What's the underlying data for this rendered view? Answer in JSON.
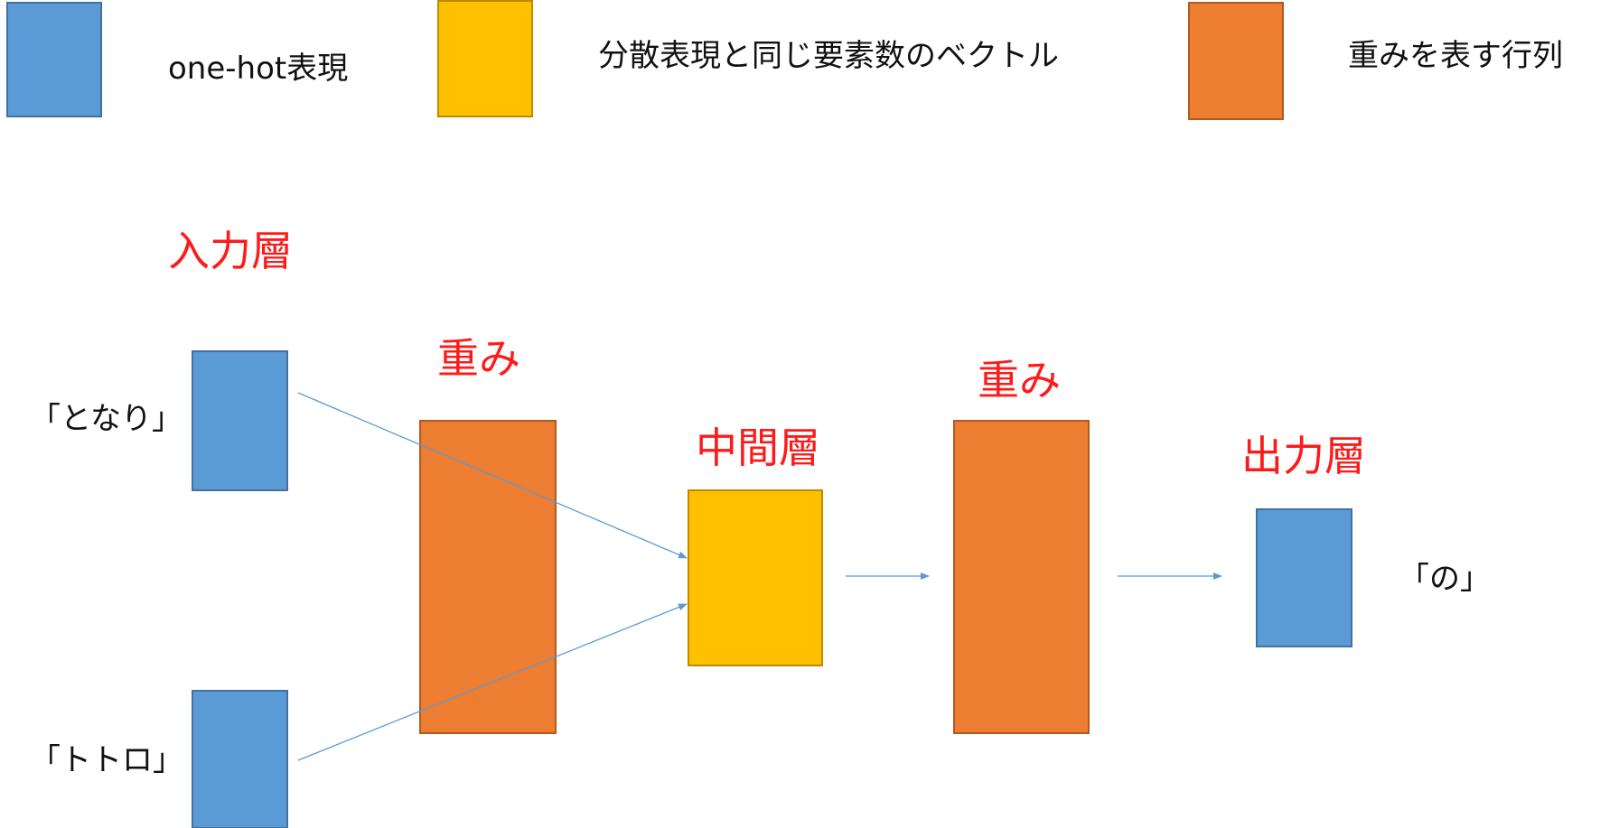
{
  "colors": {
    "one_hot": "#5b9bd5",
    "distributed": "#ffc000",
    "weight": "#ed7d31",
    "label_red": "#ff1a1a",
    "arrow": "#5b9bd5"
  },
  "legend": {
    "one_hot_label": "one-hot表現",
    "distributed_label": "分散表現と同じ要素数のベクトル",
    "weight_label": "重みを表す行列"
  },
  "diagram": {
    "input_layer_label": "入力層",
    "weight_label_1": "重み",
    "middle_layer_label": "中間層",
    "weight_label_2": "重み",
    "output_layer_label": "出力層",
    "input_word_1": "「となり」",
    "input_word_2": "「トトロ」",
    "output_word": "「の」"
  }
}
